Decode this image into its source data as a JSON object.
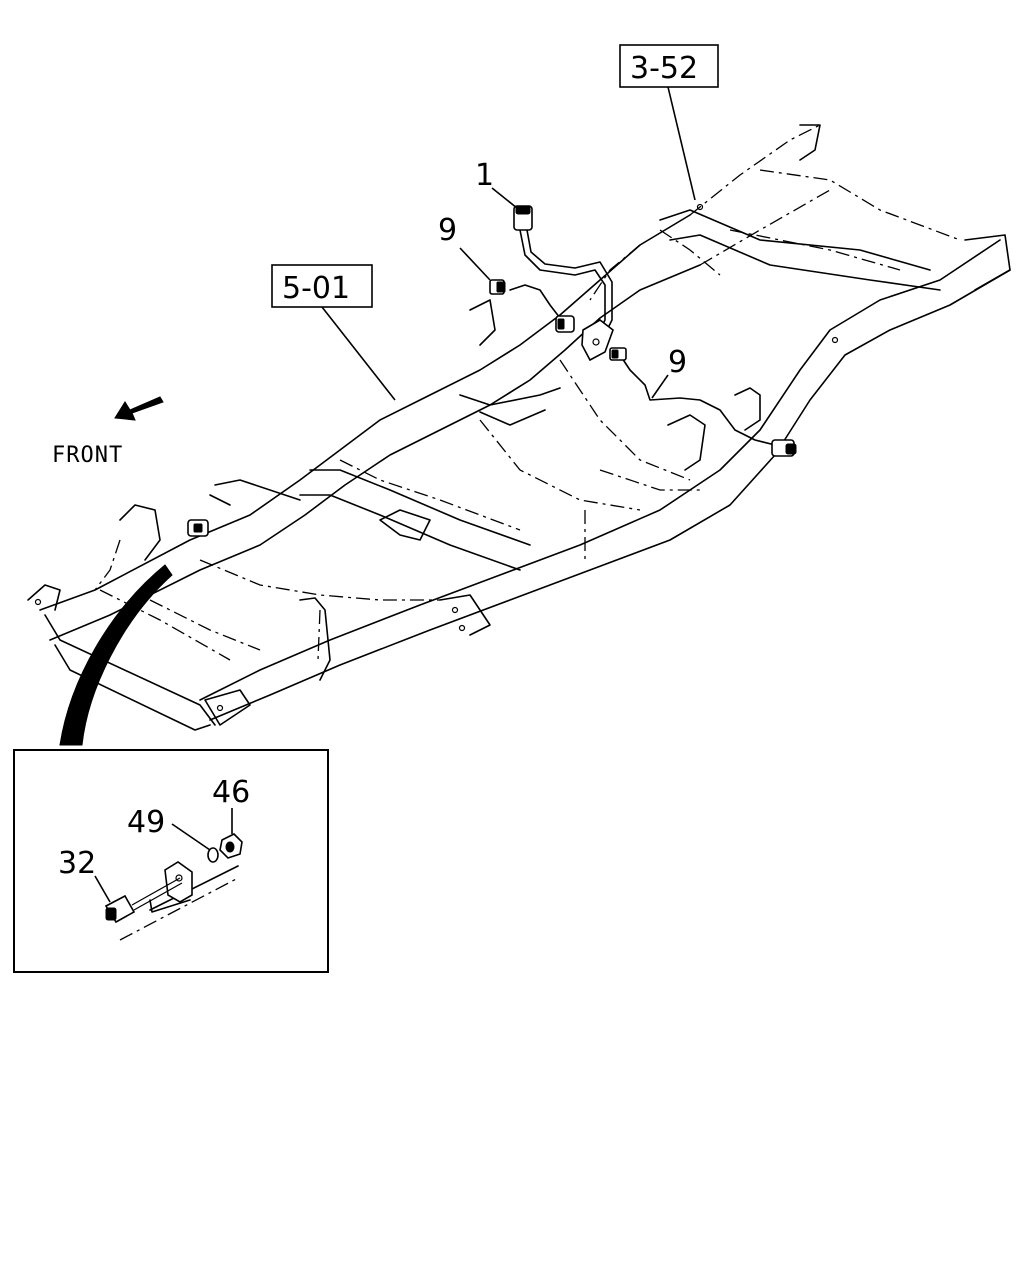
{
  "direction": {
    "label": "FRONT",
    "arrow_icon": "front-direction-arrow-icon"
  },
  "references": {
    "frame_ref": "5-01",
    "body_ref": "3-52"
  },
  "callouts": {
    "hose": "1",
    "clip_left": "9",
    "clip_right": "9",
    "bolt": "32",
    "nut": "46",
    "washer": "49"
  }
}
